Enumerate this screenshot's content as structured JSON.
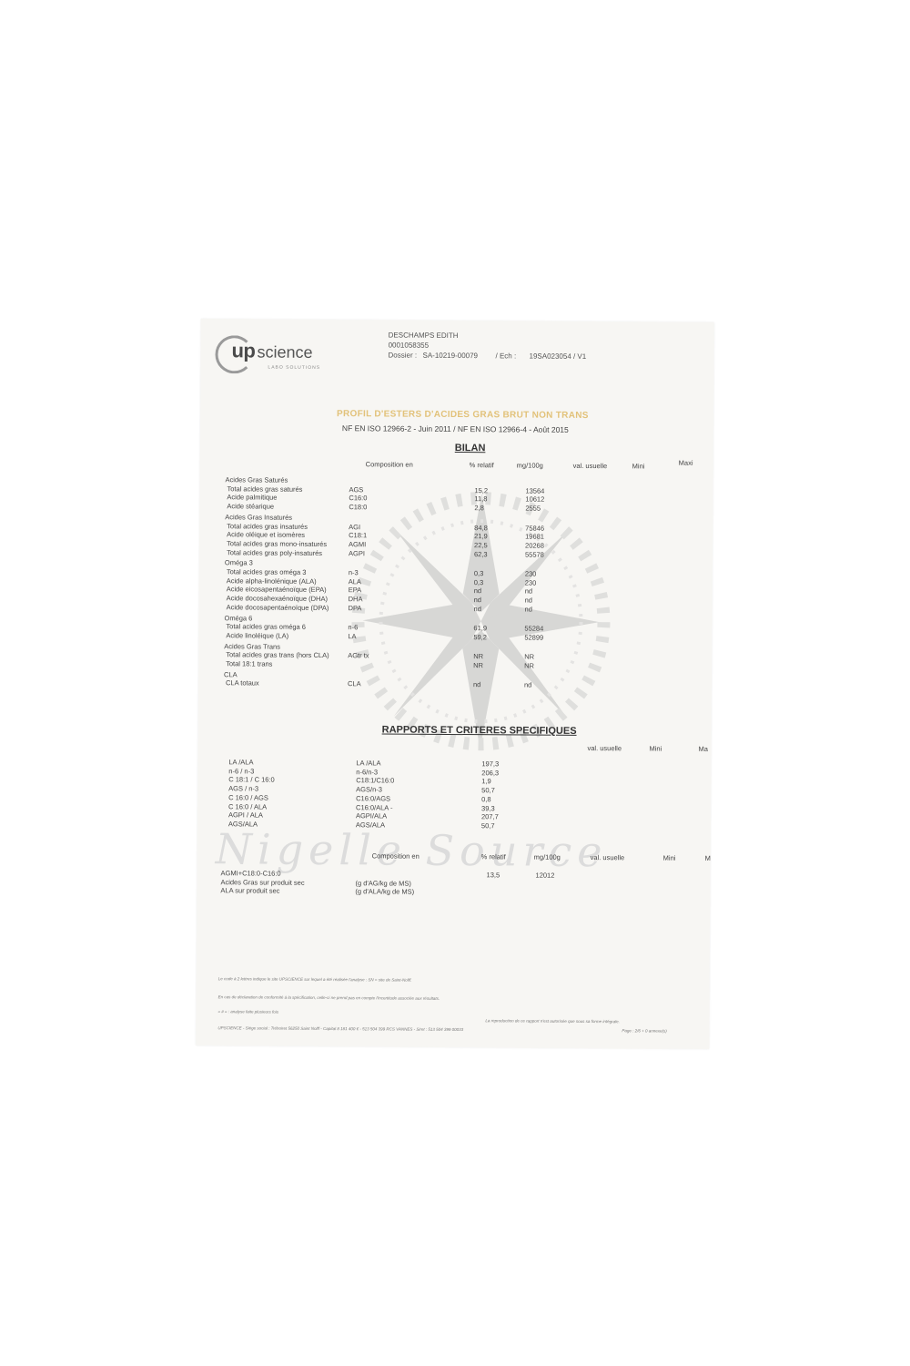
{
  "logo": {
    "up": "up",
    "science": "science",
    "sub": "LABO SOLUTIONS"
  },
  "header": {
    "name": "DESCHAMPS EDITH",
    "client_no": "0001058355",
    "dossier_label": "Dossier :",
    "dossier": "SA-10219-00079",
    "ech_label": "/ Ech :",
    "ech": "19SA023054 / V1"
  },
  "title": "PROFIL D'ESTERS D'ACIDES GRAS BRUT NON TRANS",
  "standard": "NF EN ISO 12966-2 - Juin 2011 / NF EN ISO 12966-4 - Août 2015",
  "bilan": {
    "heading": "BILAN",
    "columns": [
      "Composition en",
      "% relatif",
      "mg/100g",
      "val. usuelle",
      "Mini",
      "Maxi"
    ],
    "rows": [
      {
        "label": "Acides Gras Saturés",
        "group": true
      },
      {
        "label": "Total acides gras saturés",
        "code": "AGS",
        "pct": "15,2",
        "mg": "13564"
      },
      {
        "label": "Acide palmitique",
        "code": "C16:0",
        "pct": "11,8",
        "mg": "10612"
      },
      {
        "label": "Acide stéarique",
        "code": "C18:0",
        "pct": "2,8",
        "mg": "2555"
      },
      {
        "label": "Acides Gras Insaturés",
        "group": true
      },
      {
        "label": "Total acides gras insaturés",
        "code": "AGI",
        "pct": "84,8",
        "mg": "75846"
      },
      {
        "label": "Acide oléique et isomères",
        "code": "C18:1",
        "pct": "21,9",
        "mg": "19681"
      },
      {
        "label": "Total acides gras mono-insaturés",
        "code": "AGMI",
        "pct": "22,5",
        "mg": "20268"
      },
      {
        "label": "Total acides gras poly-insaturés",
        "code": "AGPI",
        "pct": "62,3",
        "mg": "55578"
      },
      {
        "label": "Oméga 3",
        "group": true
      },
      {
        "label": "Total acides gras oméga 3",
        "code": "n-3",
        "pct": "0,3",
        "mg": "230"
      },
      {
        "label": "Acide alpha-linolénique (ALA)",
        "code": "ALA",
        "pct": "0,3",
        "mg": "230"
      },
      {
        "label": "Acide eicosapentaénoïque (EPA)",
        "code": "EPA",
        "pct": "nd",
        "mg": "nd"
      },
      {
        "label": "Acide docosahexaénoïque (DHA)",
        "code": "DHA",
        "pct": "nd",
        "mg": "nd"
      },
      {
        "label": "Acide docosapentaénoïque (DPA)",
        "code": "DPA",
        "pct": "nd",
        "mg": "nd"
      },
      {
        "label": "Oméga 6",
        "group": true
      },
      {
        "label": "Total acides gras oméga 6",
        "code": "n-6",
        "pct": "61,9",
        "mg": "55284"
      },
      {
        "label": "Acide linoléique (LA)",
        "code": "LA",
        "pct": "59,2",
        "mg": "52899"
      },
      {
        "label": "Acides Gras Trans",
        "group": true
      },
      {
        "label": "Total acides gras trans (hors CLA)",
        "code": "AGtr tx",
        "pct": "NR",
        "mg": "NR"
      },
      {
        "label": "Total 18:1 trans",
        "code": "",
        "pct": "NR",
        "mg": "NR"
      },
      {
        "label": "CLA",
        "group": true
      },
      {
        "label": "CLA totaux",
        "code": "CLA",
        "pct": "nd",
        "mg": "nd"
      }
    ]
  },
  "rapports": {
    "heading": "RAPPORTS ET CRITERES SPECIFIQUES",
    "columns": [
      "val. usuelle",
      "Mini",
      "Ma"
    ],
    "rows": [
      {
        "label": "LA /ALA",
        "code": "LA /ALA",
        "val": "197,3"
      },
      {
        "label": "n-6 / n-3",
        "code": "n-6/n-3",
        "val": "206,3"
      },
      {
        "label": "C 18:1 / C 16:0",
        "code": "C18:1/C16:0",
        "val": "1,9"
      },
      {
        "label": "AGS / n-3",
        "code": "AGS/n-3",
        "val": "50,7"
      },
      {
        "label": "C 16:0 / AGS",
        "code": "C16:0/AGS",
        "val": "0,8"
      },
      {
        "label": "C 16:0 / ALA",
        "code": "C16:0/ALA -",
        "val": "39,3"
      },
      {
        "label": "AGPI / ALA",
        "code": "AGPI/ALA",
        "val": "207,7"
      },
      {
        "label": "AGS/ALA",
        "code": "AGS/ALA",
        "val": "50,7"
      }
    ]
  },
  "third": {
    "columns": [
      "Composition en",
      "% relatif",
      "mg/100g",
      "val. usuelle",
      "Mini",
      "M"
    ],
    "rows": [
      {
        "label": "AGMI+C18:0-C16:0",
        "code": "",
        "pct": "13,5",
        "mg": "12012"
      },
      {
        "label": "Acides Gras sur produit sec",
        "code": "(g d'AG/kg de MS)",
        "pct": "",
        "mg": ""
      },
      {
        "label": "ALA sur produit sec",
        "code": "(g d'ALA/kg de MS)",
        "pct": "",
        "mg": ""
      }
    ]
  },
  "footer": {
    "line1": "Le code à 2 lettres indique le site UPSCIENCE sur lequel a été réalisée l'analyse : SN = site de Saint-Nolff.",
    "line2": "En cas de déclaration de conformité à la spécification, celle-ci ne prend pas en compte l'incertitude associée aux résultats.",
    "line3": "« # » : analyse faite plusieurs fois",
    "line4": "La reproduction de ce rapport n'est autorisée que sous sa forme intégrale.",
    "line5": "UPSCIENCE - Siège social : Tréhoiret 56250 Saint Nolff - Capital 8 181 400 € - 513 504 399 RCS VANNES - Siret : 513 504 399 00033",
    "page": "Page : 2/6 + 0 annexe(s)"
  },
  "watermark": {
    "text": "Nigelle Source"
  }
}
